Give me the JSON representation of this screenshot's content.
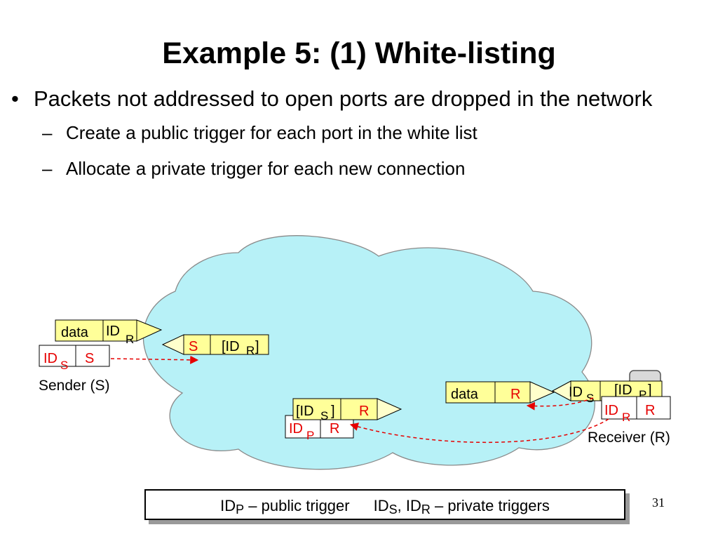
{
  "slide": {
    "title": "Example 5: (1) White-listing",
    "bullet": "Packets not addressed to open ports are dropped in the network",
    "sub_bullets": [
      "Create a public trigger for each port in the white list",
      "Allocate a private trigger for each new connection"
    ],
    "page_number": "31"
  },
  "diagram": {
    "sender": {
      "label": "Sender (S)",
      "packet": {
        "data": "data",
        "id": "ID",
        "id_sub": "R"
      },
      "trigger": {
        "id": "ID",
        "id_sub": "S",
        "addr": "S"
      }
    },
    "cloud_trigger_s": {
      "addr": "S",
      "id_open": "[ID",
      "id_sub": "R",
      "id_close": "]"
    },
    "public_trigger": {
      "id_open": "[ID",
      "id_sub": "S",
      "id_close": "]",
      "addr": "R",
      "lower": {
        "id": "ID",
        "id_sub": "P",
        "addr": "R"
      }
    },
    "forward_packet": {
      "data": "data",
      "addr": "R"
    },
    "receiver_trigger": {
      "id": "ID",
      "id_sub": "S",
      "dest_open": "[ID",
      "dest_sub": "P",
      "dest_close": "]"
    },
    "receiver": {
      "label": "Receiver (R)",
      "trigger": {
        "id": "ID",
        "id_sub": "R",
        "addr": "R"
      }
    }
  },
  "legend": {
    "public_id": "ID",
    "public_sub": "P",
    "public_text": " – public trigger",
    "private_id1": "ID",
    "private_sub1": "S",
    "private_sep": ", ID",
    "private_sub2": "R",
    "private_text": " – private triggers"
  },
  "colors": {
    "cloud": "#b7f1f7",
    "box": "#ffff99",
    "arrow": "#ffffcc",
    "highlight": "#e60000"
  }
}
